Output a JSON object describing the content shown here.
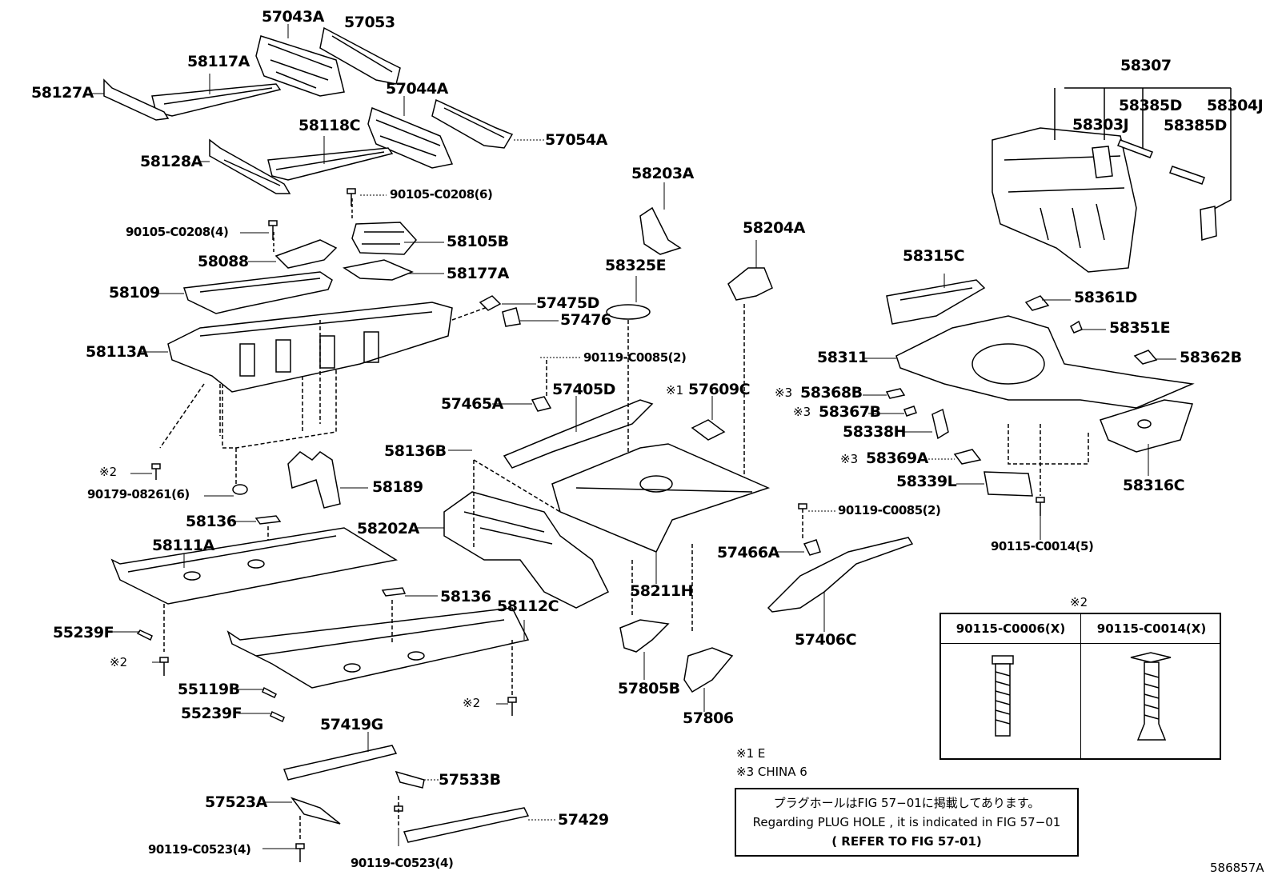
{
  "labels": {
    "p57043A": "57043A",
    "p57053": "57053",
    "p58117A": "58117A",
    "p58127A": "58127A",
    "p57044A": "57044A",
    "p58118C": "58118C",
    "p57054A": "57054A",
    "p58128A": "58128A",
    "p90105_6": "90105-C0208(6)",
    "p90105_4": "90105-C0208(4)",
    "p58105B": "58105B",
    "p58088": "58088",
    "p58177A": "58177A",
    "p58109": "58109",
    "p57475D": "57475D",
    "p57476": "57476",
    "p58113A": "58113A",
    "p90119_c0085_a": "90119-C0085(2)",
    "p57405D": "57405D",
    "p57465A": "57465A",
    "p57609C": "57609C",
    "p58203A": "58203A",
    "p58325E": "58325E",
    "p58204A": "58204A",
    "p58307": "58307",
    "p58385D_1": "58385D",
    "p58304J": "58304J",
    "p58303J": "58303J",
    "p58385D_2": "58385D",
    "p58315C": "58315C",
    "p58361D": "58361D",
    "p58351E": "58351E",
    "p58311": "58311",
    "p58362B": "58362B",
    "p58368B": "58368B",
    "p58367B": "58367B",
    "p58338H": "58338H",
    "p58369A": "58369A",
    "p58339L": "58339L",
    "p58316C": "58316C",
    "p90119_c0085_b": "90119-C0085(2)",
    "p90115_5": "90115-C0014(5)",
    "p90179": "90179-08261(6)",
    "p58189": "58189",
    "p58136B": "58136B",
    "p58136_a": "58136",
    "p58202A": "58202A",
    "p58111A": "58111A",
    "p58211H": "58211H",
    "p57466A": "57466A",
    "p57406C": "57406C",
    "p55239F_a": "55239F",
    "p58136_b": "58136",
    "p58112C": "58112C",
    "p55119B": "55119B",
    "p55239F_b": "55239F",
    "p57805B": "57805B",
    "p57806": "57806",
    "p57419G": "57419G",
    "p57533B": "57533B",
    "p57523A": "57523A",
    "p57429": "57429",
    "p90119_c0523_a": "90119-C0523(4)",
    "p90119_c0523_b": "90119-C0523(4)"
  },
  "marks": {
    "m1": "※1",
    "m2": "※2",
    "m3": "※3"
  },
  "notes": {
    "n1": "※1 E",
    "n3": "※3 CHINA 6"
  },
  "legend": {
    "mark": "※2",
    "col1": "90115-C0006(X)",
    "col2": "90115-C0014(X)"
  },
  "plug_note": {
    "jp": "プラグホールはFIG 57−01に掲載してあります。",
    "en": "Regarding  PLUG  HOLE , it is indicated in FIG  57−01",
    "ref": "( REFER  TO FIG 57-01)"
  },
  "figure_code": "586857A",
  "colors": {
    "line": "#000000",
    "background": "#ffffff"
  }
}
